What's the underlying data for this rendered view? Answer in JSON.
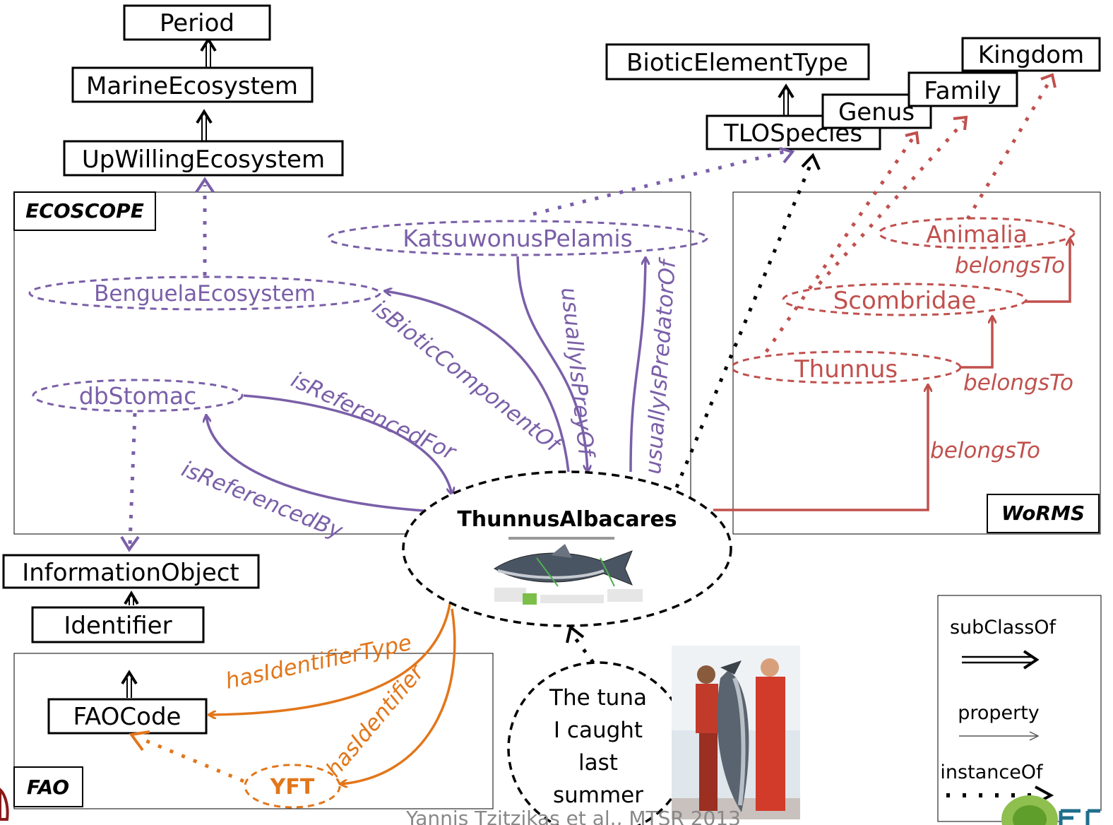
{
  "classes": {
    "period": "Period",
    "marine_ecosystem": "MarineEcosystem",
    "upwilling_ecosystem": "UpWillingEcosystem",
    "biotic_element_type": "BioticElementType",
    "kingdom": "Kingdom",
    "family": "Family",
    "genus": "Genus",
    "tlo_species": "TLOSpecies",
    "information_object": "InformationObject",
    "identifier": "Identifier",
    "fao_code": "FAOCode"
  },
  "sources": {
    "ecoscope": "ECOSCOPE",
    "worms": "WoRMS",
    "fao": "FAO"
  },
  "instances": {
    "benguela": "BenguelaEcosystem",
    "db_stomac": "dbStomac",
    "katsuwonus": "KatsuwonusPelamis",
    "animalia": "Animalia",
    "scombridae": "Scombridae",
    "thunnus": "Thunnus",
    "thunnus_albacares": "ThunnusAlbacares",
    "yft": "YFT"
  },
  "properties": {
    "is_biotic_component_of": "isBioticComponentOf",
    "is_referenced_for": "isReferencedFor",
    "is_referenced_by": "isReferencedBy",
    "usually_is_prey_of": "usuallyIsPreyOf",
    "usually_is_predator_of": "usuallyIsPredatorOf",
    "belongs_to_1": "belongsTo",
    "belongs_to_2": "belongsTo",
    "belongs_to_3": "belongsTo",
    "has_identifier_type": "hasIdentifierType",
    "has_identifier": "hasIdentifier"
  },
  "photo_caption": {
    "line1": "The tuna",
    "line2": "I caught",
    "line3": "last",
    "line4": "summer"
  },
  "legend": {
    "subclass": "subClassOf",
    "property": "property",
    "instance": "instanceOf"
  },
  "footer": "Yannis Tzitzikas et al., MTSR 2013",
  "colors": {
    "ecoscope": "#7a5fa8",
    "worms": "#c0504d",
    "fao": "#e2761a",
    "class": "#000000"
  }
}
